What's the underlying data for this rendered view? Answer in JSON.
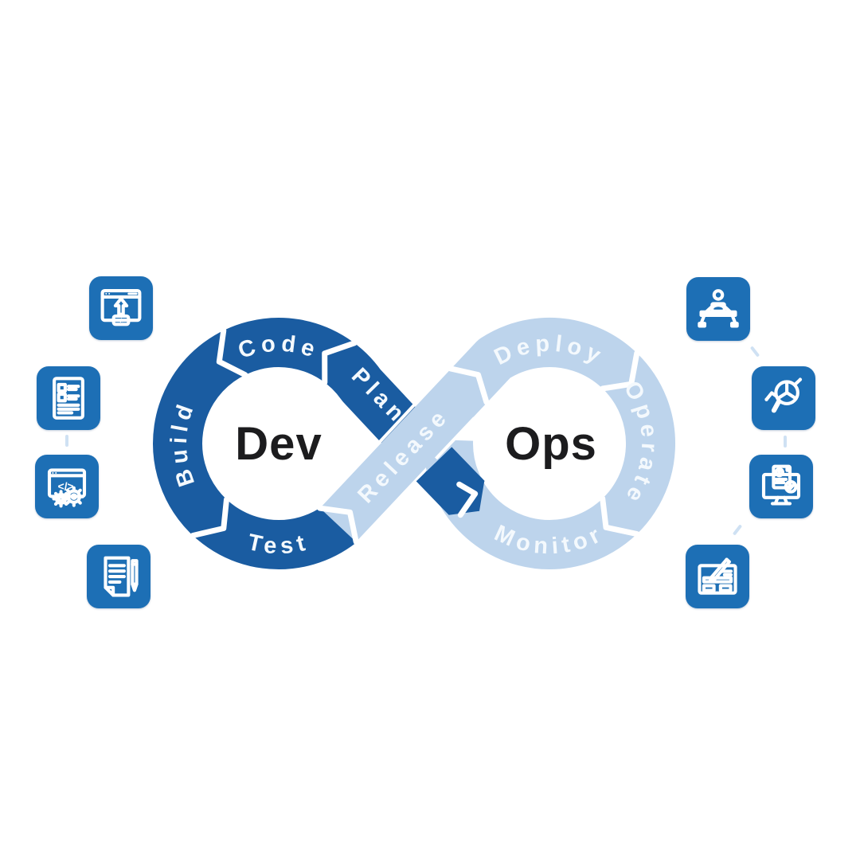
{
  "diagram": {
    "title_implied": "DevOps infinity loop",
    "dev": {
      "center": "Dev",
      "segments": [
        "Build",
        "Code",
        "Plan",
        "Test"
      ]
    },
    "ops": {
      "center": "Ops",
      "segments": [
        "Deploy",
        "Operate",
        "Monitor"
      ]
    },
    "bridge_segment": "Release"
  },
  "colors": {
    "dev_loop": "#1a5ca1",
    "ops_loop": "#bdd4ec",
    "icon_background": "#1d6fb5",
    "segment_label": "#f4f9fd",
    "center_label": "#1c1c1e",
    "connector_dash": "#cfe1f3"
  },
  "icons": {
    "left": [
      {
        "name": "browser-deploy-icon"
      },
      {
        "name": "requirements-checklist-icon"
      },
      {
        "name": "code-build-gears-icon"
      },
      {
        "name": "document-pencil-icon"
      }
    ],
    "right": [
      {
        "name": "operator-desk-icon"
      },
      {
        "name": "analytics-magnifier-icon"
      },
      {
        "name": "monitor-report-icon"
      },
      {
        "name": "form-edit-icon"
      }
    ]
  }
}
